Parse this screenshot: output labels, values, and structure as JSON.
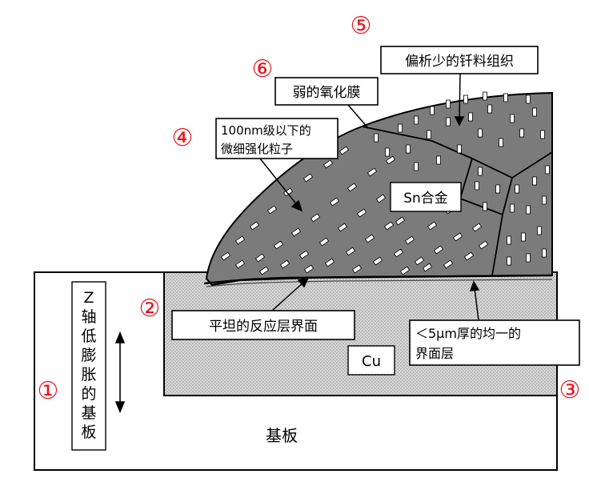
{
  "markers": [
    {
      "id": "1",
      "text": "①"
    },
    {
      "id": "2",
      "text": "②"
    },
    {
      "id": "3",
      "text": "③"
    },
    {
      "id": "4",
      "text": "④"
    },
    {
      "id": "5",
      "text": "⑤"
    },
    {
      "id": "6",
      "text": "⑥"
    }
  ],
  "labels": {
    "segregation": "偏析少的钎料组织",
    "oxide_film": "弱的氧化膜",
    "particles_line1": "100nm级以下的",
    "particles_line2": "微细强化粒子",
    "alloy": "Sn合金",
    "interface": "平坦的反应层界面",
    "layer_line1": "＜5μm厚的均一的",
    "layer_line2": "界面层",
    "copper": "Cu",
    "substrate": "基板",
    "z_axis_chars": [
      "Z",
      "轴",
      "低",
      "膨",
      "胀",
      "的",
      "基",
      "板"
    ]
  },
  "colors": {
    "marker": "#e8141c",
    "solder": "#7b7b7b",
    "copper_fill": "#d6d6d6",
    "outline": "#000000"
  }
}
